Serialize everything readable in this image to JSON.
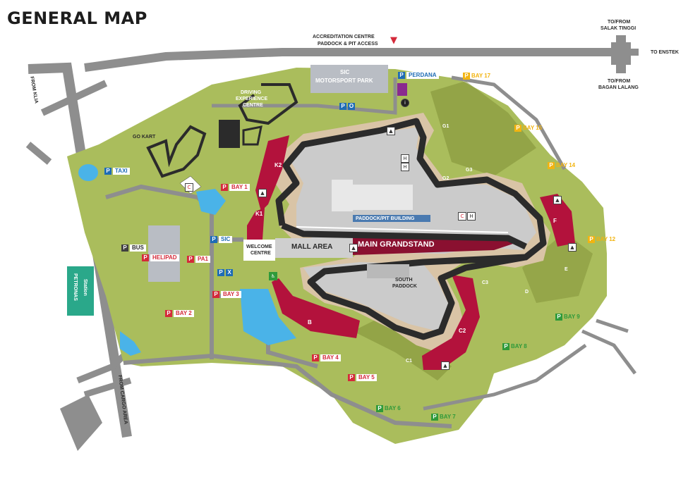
{
  "title": "GENERAL MAP",
  "access": {
    "accreditation": "ACCREDITATION CENTRE",
    "paddock_pit": "PADDOCK & PIT ACCESS",
    "to_from_salak_1": "TO/FROM",
    "to_from_salak_2": "SALAK TINGGI",
    "to_enstek": "TO ENSTEK",
    "to_from_bagan_1": "TO/FROM",
    "to_from_bagan_2": "BAGAN LALANG",
    "from_klia": "FROM KLIA",
    "from_cargo": "FROM CARGO AREA"
  },
  "places": {
    "sic_park_1": "SIC",
    "sic_park_2": "MOTORSPORT PARK",
    "driving_1": "DRIVING",
    "driving_2": "EXPERIENCE",
    "driving_3": "CENTRE",
    "go_kart": "GO KART",
    "welcome_1": "WELCOME",
    "welcome_2": "CENTRE",
    "mall": "MALL AREA",
    "grandstand": "MAIN GRANDSTAND",
    "paddock_pit": "PADDOCK/PIT BUILDING",
    "south_1": "SOUTH",
    "south_2": "PADDOCK",
    "petronas_1": "PETRONAS",
    "petronas_2": "Station"
  },
  "stands": {
    "k2": "K2",
    "k1": "K1",
    "f": "F",
    "b": "B",
    "c2": "C2",
    "c1": "C1",
    "g1": "G1",
    "g2": "G2",
    "g3": "G3",
    "e": "E",
    "d": "D",
    "c3": "C3"
  },
  "parking": {
    "p": "P",
    "perdana": "PERDANA",
    "o": "O",
    "bay17": "BAY 17",
    "bay15": "BAY 15",
    "bay14": "BAY 14",
    "bay12": "BAY 12",
    "bay9": "BAY 9",
    "bay8": "BAY 8",
    "bay7": "BAY 7",
    "bay6": "BAY 6",
    "bay5": "BAY 5",
    "bay4": "BAY 4",
    "bay3": "BAY 3",
    "bay2": "BAY 2",
    "bay1": "BAY 1",
    "taxi": "TAXI",
    "bus": "BUS",
    "helipad": "HELIPAD",
    "pa1": "PA1",
    "sic": "SIC",
    "x": "X"
  },
  "colors": {
    "grass": "#a9bc5a",
    "grass_dark": "#6d7d2f",
    "road": "#8c8c8c",
    "track": "#2b2b2b",
    "stand": "#b3123c",
    "water": "#4ab3e8",
    "runoff": "#d8c3a5",
    "infield": "#c9c9c9",
    "petronas": "#2aa88a"
  }
}
